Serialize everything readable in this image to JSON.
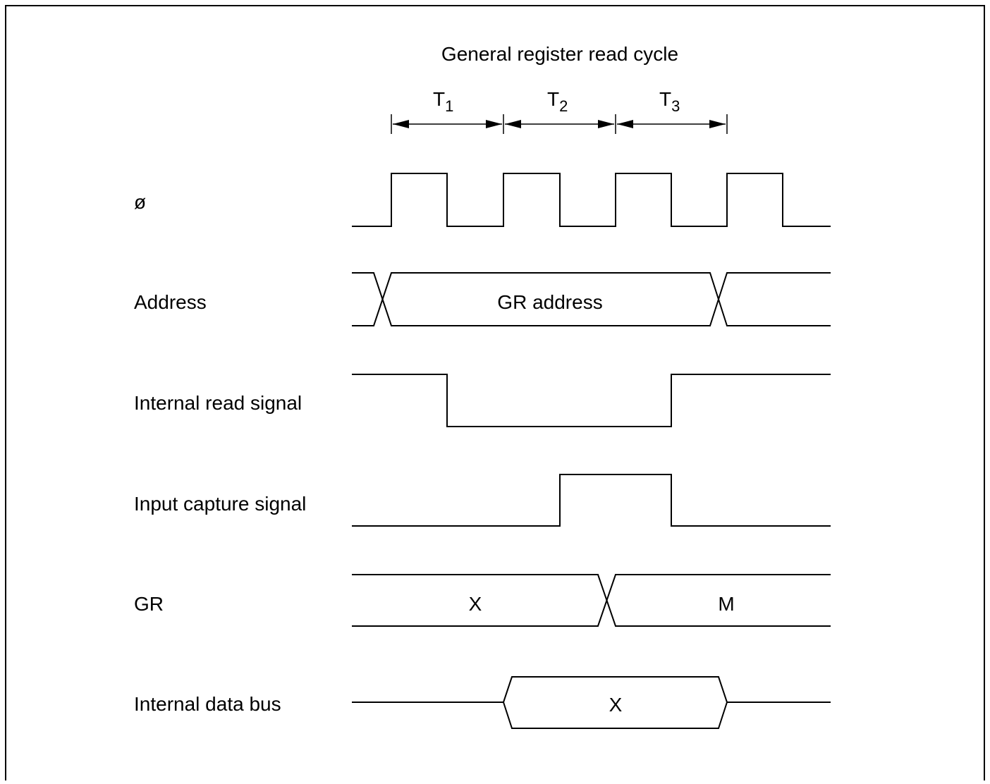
{
  "title": "General register read cycle",
  "periods": [
    {
      "main": "T",
      "sub": "1"
    },
    {
      "main": "T",
      "sub": "2"
    },
    {
      "main": "T",
      "sub": "3"
    }
  ],
  "signals": {
    "clock": "ø",
    "address": "Address",
    "read": "Internal read signal",
    "capture": "Input capture signal",
    "gr": "GR",
    "bus": "Internal data bus"
  },
  "values": {
    "address": "GR address",
    "gr_before": "X",
    "gr_after": "M",
    "bus": "X"
  }
}
